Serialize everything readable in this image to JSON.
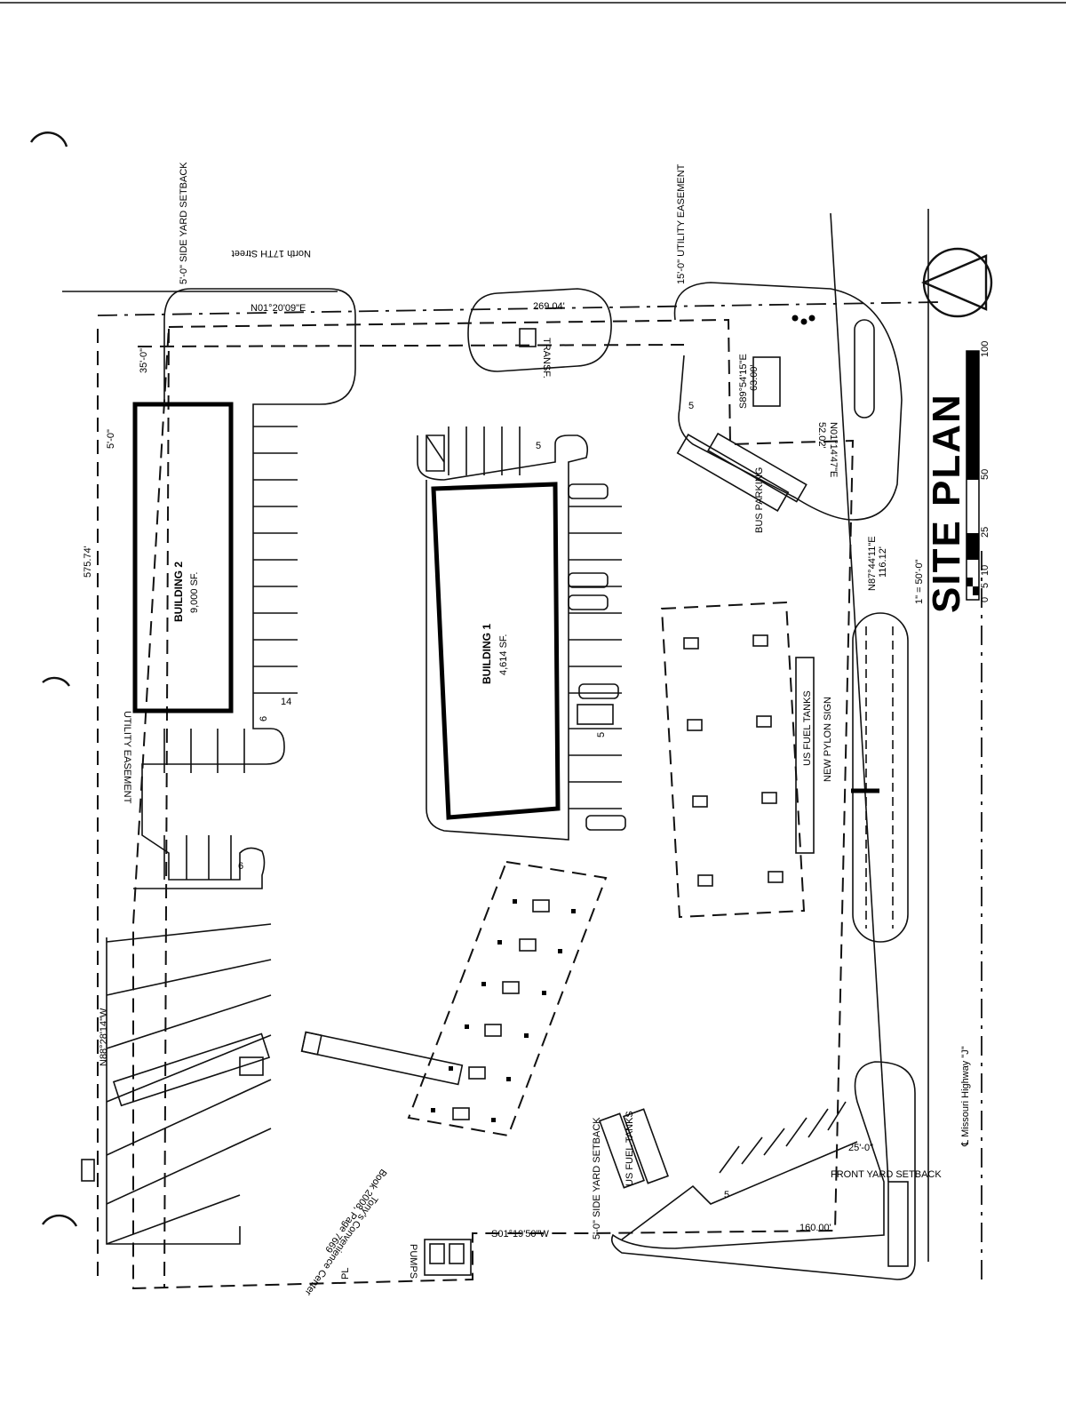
{
  "title": "SITE PLAN",
  "scale_text": "1\" = 50'-0\"",
  "scale_numbers": [
    "0",
    "5",
    "10",
    "25",
    "50",
    "100"
  ],
  "streets": {
    "north": "North 17TH Street",
    "east": "℄ Missouri Highway \"J\""
  },
  "buildings": [
    {
      "name": "BUILDING 1",
      "area": "4,614 SF."
    },
    {
      "name": "BUILDING 2",
      "area": "9,000 SF."
    }
  ],
  "bearings": {
    "north_line": "N01°20'09\"E",
    "north_length": "269.04'",
    "west_line": "N88°28'14\"W",
    "west_length": "575.74'",
    "south_line": "S01°19'50\"W",
    "south_length": "160.00'",
    "east_line": "N87°44'11\"E",
    "east_length": "116.12'",
    "notch_1": "S89°54'15\"E",
    "notch_1_length": "63.00'",
    "notch_2": "N01°14'47\"E",
    "notch_2_length": "52.02'"
  },
  "labels": {
    "side_yard_setback_top": "5'-0\" SIDE YARD SETBACK",
    "side_yard_setback_bottom": "5'-0\" SIDE YARD SETBACK",
    "front_yard_setback": "FRONT YARD SETBACK",
    "front_yard_dim": "25'-0\"",
    "utility_easement_top": "15'-0\" UTILITY EASEMENT",
    "utility_easement_left": "UTILITY EASEMENT",
    "dim_5": "5'-0\"",
    "dim_35": "35'-0\"",
    "bus_parking": "BUS PARKING",
    "new_pylon_sign": "NEW PYLON SIGN",
    "us_fuel_tanks": "US FUEL TANKS",
    "us_fuel_tanks_2": "US FUEL TANKS",
    "transf": "TRANSF.",
    "pole": "PL",
    "adjacent_owner": "Tony's Convenience Center",
    "adjacent_book": "Book 2008, Page 7669",
    "pumps": "PUMPS",
    "stall_5a": "5",
    "stall_5b": "5",
    "stall_5c": "5",
    "stall_5d": "5",
    "stall_14": "14",
    "stall_6": "6",
    "stall_6b": "6"
  }
}
